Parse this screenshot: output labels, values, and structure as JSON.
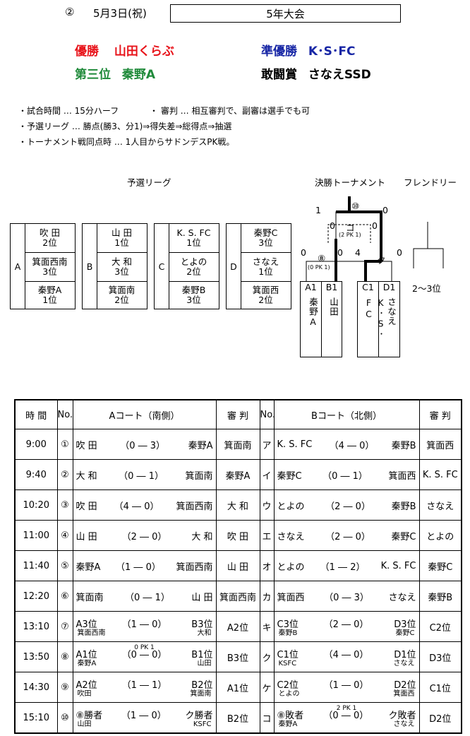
{
  "header": {
    "number": "②",
    "date": "5月3日(祝)",
    "event": "5年大会"
  },
  "awards": {
    "champion": {
      "label": "優勝",
      "team": "山田くらぶ"
    },
    "runner_up": {
      "label": "準優勝",
      "team": "K･S･FC"
    },
    "third": {
      "label": "第三位",
      "team": "秦野A"
    },
    "fighting": {
      "label": "敢闘賞",
      "team": "さなえSSD"
    }
  },
  "rules": [
    "・試合時間 … 15分ハーフ",
    "・ 審判 … 相互審判で、副審は選手でも可",
    "・予選リーグ … 勝点(勝3、分1)⇒得失差⇒総得点⇒抽選",
    "・トーナメント戦同点時 … 1人目からサドンデスPK戦。"
  ],
  "sections": {
    "league": "予選リーグ",
    "tournament": "決勝トーナメント",
    "friendly": "フレンドリー"
  },
  "groups": [
    {
      "label": "A",
      "teams": [
        {
          "name": "吹 田",
          "rank": "2位"
        },
        {
          "name": "箕面西南",
          "rank": "3位"
        },
        {
          "name": "秦野A",
          "rank": "1位"
        }
      ]
    },
    {
      "label": "B",
      "teams": [
        {
          "name": "山 田",
          "rank": "1位"
        },
        {
          "name": "大 和",
          "rank": "3位"
        },
        {
          "name": "箕面南",
          "rank": "2位"
        }
      ]
    },
    {
      "label": "C",
      "teams": [
        {
          "name": "K. S. FC",
          "rank": "1位"
        },
        {
          "name": "とよの",
          "rank": "2位"
        },
        {
          "name": "秦野B",
          "rank": "3位"
        }
      ]
    },
    {
      "label": "D",
      "teams": [
        {
          "name": "秦野C",
          "rank": "3位"
        },
        {
          "name": "さなえ",
          "rank": "1位"
        },
        {
          "name": "箕面西",
          "rank": "2位"
        }
      ]
    }
  ],
  "bracket": {
    "final_label": "⑩",
    "final_left": "1",
    "final_right": "0",
    "third_label": "コ",
    "third_pk": "(2 PK 1)",
    "third_left": "0",
    "third_right": "0",
    "semi1_label": "⑧",
    "semi1_pk": "(0 PK 1)",
    "semi1_left": "0",
    "semi1_right": "0",
    "semi2_label": "ク",
    "semi2_left": "4",
    "semi2_right": "0",
    "slots": [
      {
        "seed": "A1",
        "team": "秦野A"
      },
      {
        "seed": "B1",
        "team": "山田"
      },
      {
        "seed": "C1",
        "team": "K･S･FC"
      },
      {
        "seed": "D1",
        "team": "さなえ"
      }
    ],
    "friendly": "2～3位"
  },
  "schedule": {
    "headers": {
      "time": "時 間",
      "no_a": "No.",
      "court_a": "Aコート（南側）",
      "ref_a": "審 判",
      "no_b": "No.",
      "court_b": "Bコート（北側）",
      "ref_b": "審 判"
    },
    "rows": [
      {
        "time": "9:00",
        "no_a": "①",
        "a_home": "吹 田",
        "a_score": "（0 ― 3）",
        "a_away": "秦野A",
        "ref_a": "箕面南",
        "no_b": "ア",
        "b_home": "K. S. FC",
        "b_score": "（4 ― 0）",
        "b_away": "秦野B",
        "ref_b": "箕面西"
      },
      {
        "time": "9:40",
        "no_a": "②",
        "a_home": "大 和",
        "a_score": "（0 ― 1）",
        "a_away": "箕面南",
        "ref_a": "秦野A",
        "no_b": "イ",
        "b_home": "秦野C",
        "b_score": "（0 ― 1）",
        "b_away": "箕面西",
        "ref_b": "K. S. FC"
      },
      {
        "time": "10:20",
        "no_a": "③",
        "a_home": "吹 田",
        "a_score": "（4 ― 0）",
        "a_away": "箕面西南",
        "ref_a": "大 和",
        "no_b": "ウ",
        "b_home": "とよの",
        "b_score": "（2 ― 0）",
        "b_away": "秦野B",
        "ref_b": "さなえ"
      },
      {
        "time": "11:00",
        "no_a": "④",
        "a_home": "山 田",
        "a_score": "（2 ― 0）",
        "a_away": "大 和",
        "ref_a": "吹 田",
        "no_b": "エ",
        "b_home": "さなえ",
        "b_score": "（2 ― 0）",
        "b_away": "秦野C",
        "ref_b": "とよの"
      },
      {
        "time": "11:40",
        "no_a": "⑤",
        "a_home": "秦野A",
        "a_score": "（1 ― 0）",
        "a_away": "箕面西南",
        "ref_a": "山 田",
        "no_b": "オ",
        "b_home": "とよの",
        "b_score": "（1 ― 2）",
        "b_away": "K. S. FC",
        "ref_b": "秦野C"
      },
      {
        "time": "12:20",
        "no_a": "⑥",
        "a_home": "箕面南",
        "a_score": "（0 ― 1）",
        "a_away": "山 田",
        "ref_a": "箕面西南",
        "no_b": "カ",
        "b_home": "箕面西",
        "b_score": "（0 ― 3）",
        "b_away": "さなえ",
        "ref_b": "秦野B"
      },
      {
        "time": "13:10",
        "no_a": "⑦",
        "a_home": "A3位",
        "a_home_sub": "箕面西南",
        "a_score": "（1 ― 0）",
        "a_away": "B3位",
        "a_away_sub": "大和",
        "ref_a": "A2位",
        "no_b": "キ",
        "b_home": "C3位",
        "b_home_sub": "秦野B",
        "b_score": "（2 ― 0）",
        "b_away": "D3位",
        "b_away_sub": "秦野C",
        "ref_b": "C2位"
      },
      {
        "time": "13:50",
        "no_a": "⑧",
        "a_home": "A1位",
        "a_home_sub": "秦野A",
        "a_score": "（0 ― 0）",
        "a_pk": "0 PK 1",
        "a_away": "B1位",
        "a_away_sub": "山田",
        "ref_a": "B3位",
        "no_b": "ク",
        "b_home": "C1位",
        "b_home_sub": "KSFC",
        "b_score": "（4 ― 0）",
        "b_away": "D1位",
        "b_away_sub": "さなえ",
        "ref_b": "D3位"
      },
      {
        "time": "14:30",
        "no_a": "⑨",
        "a_home": "A2位",
        "a_home_sub": "吹田",
        "a_score": "（1 ― 1）",
        "a_away": "B2位",
        "a_away_sub": "箕面南",
        "ref_a": "A1位",
        "no_b": "ケ",
        "b_home": "C2位",
        "b_home_sub": "とよの",
        "b_score": "（1 ― 0）",
        "b_away": "D2位",
        "b_away_sub": "箕面西",
        "ref_b": "C1位"
      },
      {
        "time": "15:10",
        "no_a": "⑩",
        "a_home": "⑧勝者",
        "a_home_sub": "山田",
        "a_score": "（1 ― 0）",
        "a_away": "ク勝者",
        "a_away_sub": "KSFC",
        "ref_a": "B2位",
        "no_b": "コ",
        "b_home": "⑧敗者",
        "b_home_sub": "秦野A",
        "b_score": "（0 ― 0）",
        "b_pk": "2 PK 1",
        "b_away": "ク敗者",
        "b_away_sub": "さなえ",
        "ref_b": "D2位"
      }
    ]
  }
}
